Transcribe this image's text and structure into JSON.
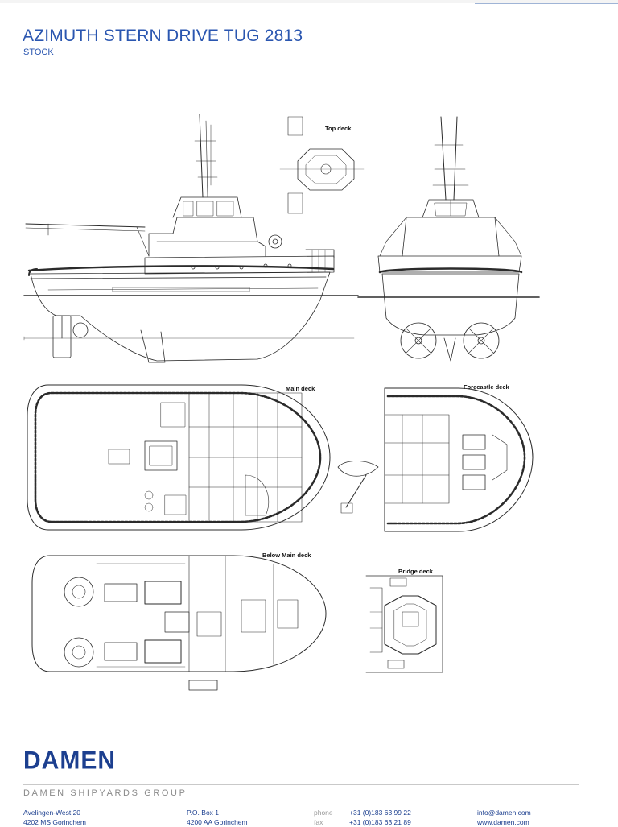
{
  "header": {
    "title": "AZIMUTH STERN DRIVE TUG 2813",
    "subtitle": "STOCK"
  },
  "deck_labels": {
    "top_deck": "Top deck",
    "main_deck": "Main deck",
    "forecastle_deck": "Forecastle deck",
    "below_main_deck": "Below Main deck",
    "bridge_deck": "Bridge deck"
  },
  "footer": {
    "logo_text": "DAMEN",
    "group_name": "DAMEN SHIPYARDS GROUP",
    "address_line1": "Avelingen-West 20",
    "address_line2": "4202 MS Gorinchem",
    "pobox_line1": "P.O. Box 1",
    "pobox_line2": "4200 AA Gorinchem",
    "phone_label": "phone",
    "fax_label": "fax",
    "phone_value": "+31 (0)183 63 99 22",
    "fax_value": "+31 (0)183 63 21 89",
    "email": "info@damen.com",
    "website": "www.damen.com"
  },
  "colors": {
    "brand_blue": "#1c3f8f",
    "title_blue": "#2a56b0",
    "line": "#2b2b2b"
  }
}
